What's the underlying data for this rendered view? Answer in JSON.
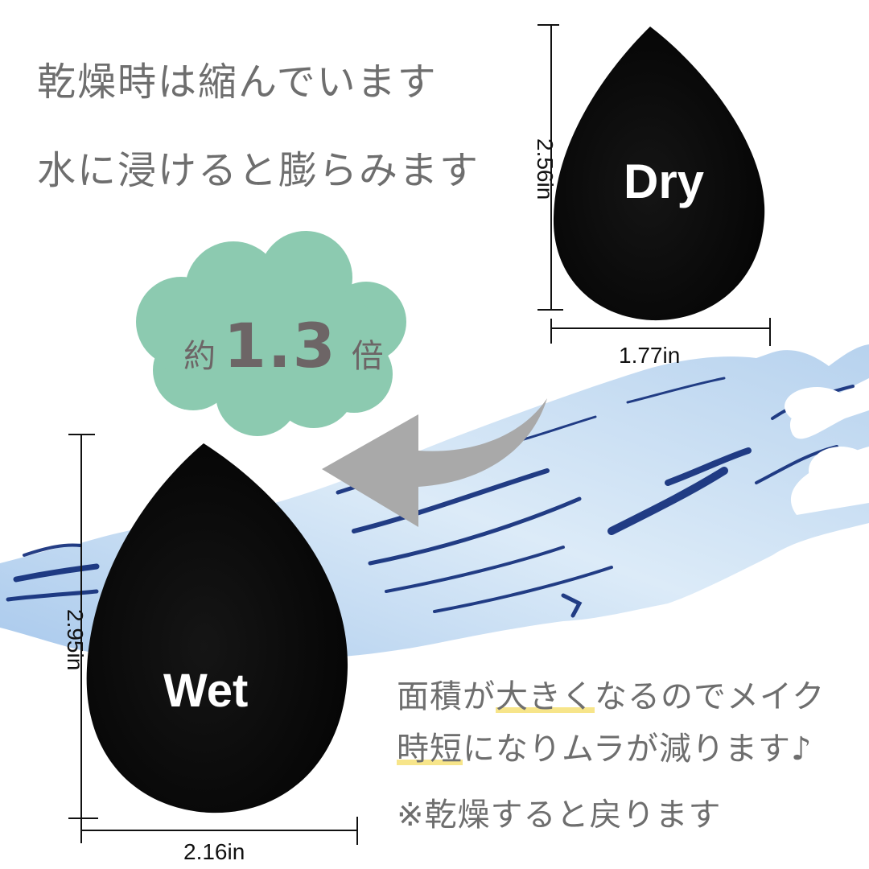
{
  "headings": {
    "line1": "乾燥時は縮んでいます",
    "line2": "水に浸けると膨らみます"
  },
  "badge": {
    "prefix": "約",
    "value": "1.3",
    "suffix": "倍",
    "color": "#8ccab0",
    "text_color": "#6d6566"
  },
  "dry_sponge": {
    "label": "Dry",
    "height": "2.56in",
    "width": "1.77in"
  },
  "wet_sponge": {
    "label": "Wet",
    "height": "2.95in",
    "width": "2.16in"
  },
  "arrow": {
    "direction": "curved-left",
    "color": "#a9a9a9"
  },
  "captions": {
    "line1_pre": "面積が",
    "line1_hl": "大きく",
    "line1_post": "なるのでメイク",
    "line2_hl": "時短",
    "line2_post": "になりムラが減ります♪",
    "line3": "※乾燥すると戻ります"
  },
  "colors": {
    "text_gray": "#6e6e6e",
    "highlight": "#f7e58a",
    "sponge": "#0d0d0d",
    "water_dark": "#0e2a78",
    "water_light": "#cfe4f6"
  }
}
